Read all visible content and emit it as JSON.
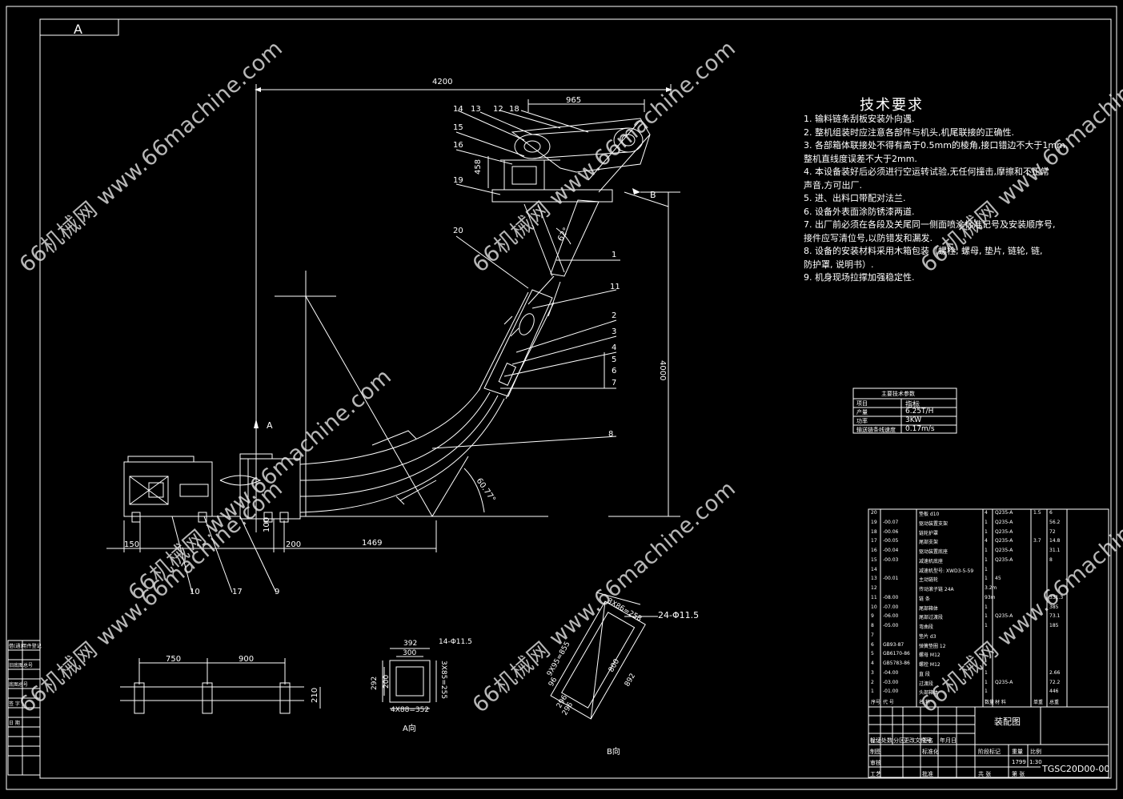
{
  "view_label": "A",
  "dimensions": {
    "overall_width": "4200",
    "top_width": "965",
    "height_458": "458",
    "overall_height": "4000",
    "bottom_1469": "1469",
    "bottom_150": "150",
    "bottom_200": "200",
    "bottom_100": "100",
    "angle_62": "62°",
    "angle_60": "60.77°",
    "b_arrow": "B",
    "a_arrow": "A"
  },
  "part_callouts": {
    "p14": "14",
    "p13": "13",
    "p12": "12",
    "p18": "18",
    "p15": "15",
    "p16": "16",
    "p19": "19",
    "p20": "20",
    "p1": "1",
    "p11": "11",
    "p2": "2",
    "p3": "3",
    "p4": "4",
    "p6": "6",
    "p5": "5",
    "p7": "7",
    "p8": "8",
    "p10": "10",
    "p17": "17",
    "p9": "9"
  },
  "tech_requirements": {
    "title": "技术要求",
    "items": [
      "1. 输料链条刮板安装外向遇.",
      "2. 整机组装时应注意各部件与机头,机尾联接的正确性.",
      "3. 各部箱体联接处不得有高于0.5mm的棱角,接口错边不大于1mm.",
      "   整机直线度误差不大于2mm.",
      "4. 本设备装好后必须进行空运转试验,无任何撞击,摩擦和不正常",
      "   声音,方可出厂.",
      "5. 进、出料口带配对法兰.",
      "6. 设备外表面涂防锈漆两道.",
      "7. 出厂前必须在各段及关尾同一侧面喷涂标准记号及安装顺序号,",
      "   接件应写清位号,以防错发和漏发.",
      "8. 设备的安装材料采用木箱包装（螺栓, 螺母, 垫片, 链轮, 链,",
      "   防护罩, 说明书）.",
      "9. 机身现场拉撑加强稳定性."
    ]
  },
  "params_table": {
    "title": "主要技术参数",
    "rows": [
      [
        "项目",
        "指标"
      ],
      [
        "产量",
        "6.25T/H"
      ],
      [
        "功率",
        "3KW"
      ],
      [
        "输送链条线速度",
        "0.17m/s"
      ]
    ]
  },
  "bom_rows": [
    [
      "20",
      "",
      "垫板 d10",
      "4",
      "Q235-A",
      "1.5",
      "6"
    ],
    [
      "19",
      "-00.07",
      "驱动装置支架",
      "1",
      "Q235-A",
      "",
      "56.2"
    ],
    [
      "18",
      "-00.06",
      "链轮护罩",
      "1",
      "Q235-A",
      "",
      "72"
    ],
    [
      "17",
      "-00.05",
      "尾部支架",
      "4",
      "Q235-A",
      "3.7",
      "14.8"
    ],
    [
      "16",
      "-00.04",
      "驱动装置底座",
      "1",
      "Q235-A",
      "",
      "31.1"
    ],
    [
      "15",
      "-00.03",
      "减速机底座",
      "1",
      "Q235-A",
      "",
      "8"
    ],
    [
      "14",
      "",
      "减速机型号: XWD3-5-59",
      "1",
      "",
      "",
      ""
    ],
    [
      "13",
      "-00.01",
      "主动链轮",
      "1",
      "45",
      "",
      ""
    ],
    [
      "12",
      "",
      "传动滚子链 24A",
      "3.2m",
      "",
      "",
      ""
    ],
    [
      "11",
      "-08.00",
      "链 条",
      "93m",
      "",
      "",
      "331.3"
    ],
    [
      "10",
      "-07.00",
      "尾部箱体",
      "1",
      "",
      "",
      "385"
    ],
    [
      "9",
      "-06.00",
      "尾部过渡段",
      "1",
      "Q235-A",
      "",
      "73.1"
    ],
    [
      "8",
      "-05.00",
      "弯曲段",
      "1",
      "",
      "",
      "185"
    ],
    [
      "7",
      "",
      "垫片 d3",
      "",
      "",
      "",
      ""
    ],
    [
      "6",
      "GB93-87",
      "弹簧垫圈 12",
      "",
      "",
      "",
      ""
    ],
    [
      "5",
      "GB6170-86",
      "螺母 M12",
      "",
      "",
      "",
      ""
    ],
    [
      "4",
      "GB5783-86",
      "螺栓 M12",
      "",
      "",
      "",
      ""
    ],
    [
      "3",
      "-04.00",
      "直 段",
      "1",
      "",
      "",
      "2.66"
    ],
    [
      "2",
      "-03.00",
      "过渡段",
      "1",
      "Q235-A",
      "",
      "72.2"
    ],
    [
      "1",
      "-01.00",
      "头部箱体",
      "1",
      "",
      "",
      "446"
    ],
    [
      "序号",
      "代 号",
      "名 称",
      "数量",
      "材 料",
      "单重",
      "总重"
    ]
  ],
  "title_block": {
    "drawing_name": "装配图",
    "drawing_number": "TGSC20D00-00",
    "scale_label": "阶段标记",
    "weight_label": "重量",
    "ratio_label": "比例",
    "weight": "1799",
    "ratio": "1:30",
    "sheet_total": "共  张",
    "sheet_no": "第  张",
    "row_labels": [
      "标记",
      "处数",
      "分区",
      "更改文件号",
      "签名",
      "年月日"
    ],
    "left_labels": [
      "设计",
      "制图",
      "审核",
      "工艺"
    ],
    "std_label": "标准化",
    "approve_label": "批准"
  },
  "left_strip": [
    "借(通)用件登记",
    "",
    "旧底图总号",
    "",
    "底图总号",
    "",
    "签  字",
    "",
    "日  期"
  ],
  "a_view": {
    "label": "A向",
    "dim_392": "392",
    "dim_300": "300",
    "dim_holes": "14-Φ11.5",
    "dim_292": "292",
    "dim_200": "200",
    "dim_3x85": "3X85=255",
    "dim_4x88": "4X88=352"
  },
  "b_view": {
    "label": "B向",
    "dim_top": "3X86=258",
    "dim_holes": "24-Φ11.5",
    "dim_side": "9X95=855",
    "dim_800": "800",
    "dim_892": "892",
    "dim_296": "296",
    "dim_296b": "296",
    "dim_96": "96"
  },
  "support_view": {
    "dim_750": "750",
    "dim_900": "900",
    "dim_210": "210"
  },
  "watermark": "66机械网 www.66machine.com"
}
